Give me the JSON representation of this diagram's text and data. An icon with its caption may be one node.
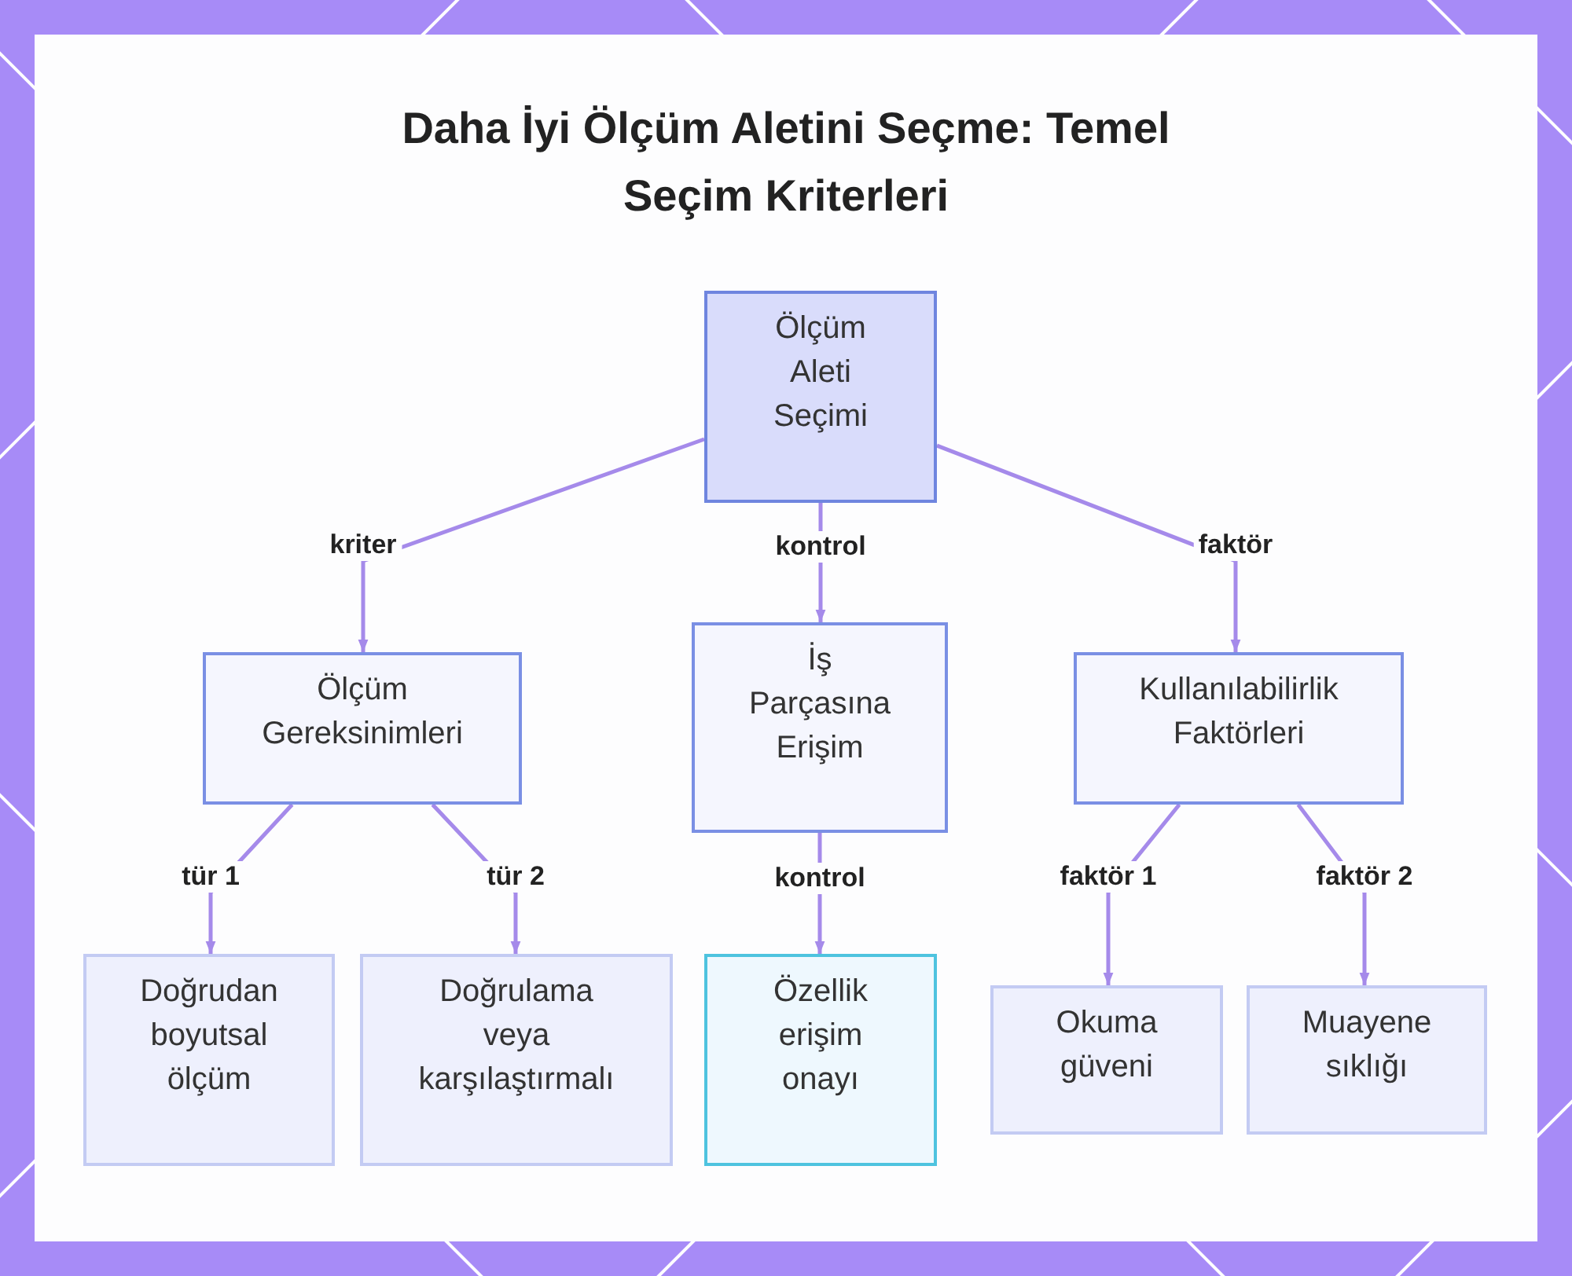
{
  "diagram": {
    "title": "Daha İyi Ölçüm Aletini Seçme: Temel Seçim Kriterleri",
    "nodes": [
      {
        "text": [
          "Ölçüm Aleti Seçimi"
        ]
      },
      {
        "text": [
          "Ölçüm Gereksinimleri"
        ]
      },
      {
        "text": [
          "İş Parçasına Erişim"
        ]
      },
      {
        "text": [
          "Kullanılabilirlik Faktörleri"
        ]
      },
      {
        "text": [
          "Doğrudan boyutsal ölçüm"
        ]
      },
      {
        "text": [
          "Doğrulama veya karşılaştırmalı"
        ]
      },
      {
        "text": [
          "Özellik erişim onayı"
        ]
      },
      {
        "text": [
          "Okuma güveni"
        ]
      },
      {
        "text": [
          "Muayene sıklığı"
        ]
      }
    ],
    "edges": [
      {
        "from": 0,
        "to": 1,
        "arrow": "to",
        "label": "kriter"
      },
      {
        "from": 0,
        "to": 2,
        "arrow": "to",
        "label": "kontrol"
      },
      {
        "from": 0,
        "to": 3,
        "arrow": "to",
        "label": "faktör"
      },
      {
        "from": 1,
        "to": 4,
        "arrow": "to",
        "label": "tür 1"
      },
      {
        "from": 1,
        "to": 5,
        "arrow": "to",
        "label": "tür 2"
      },
      {
        "from": 2,
        "to": 6,
        "arrow": "to",
        "label": "kontrol"
      },
      {
        "from": 3,
        "to": 7,
        "arrow": "to",
        "label": "faktör 1"
      },
      {
        "from": 3,
        "to": 8,
        "arrow": "to",
        "label": "faktör 2"
      }
    ]
  }
}
